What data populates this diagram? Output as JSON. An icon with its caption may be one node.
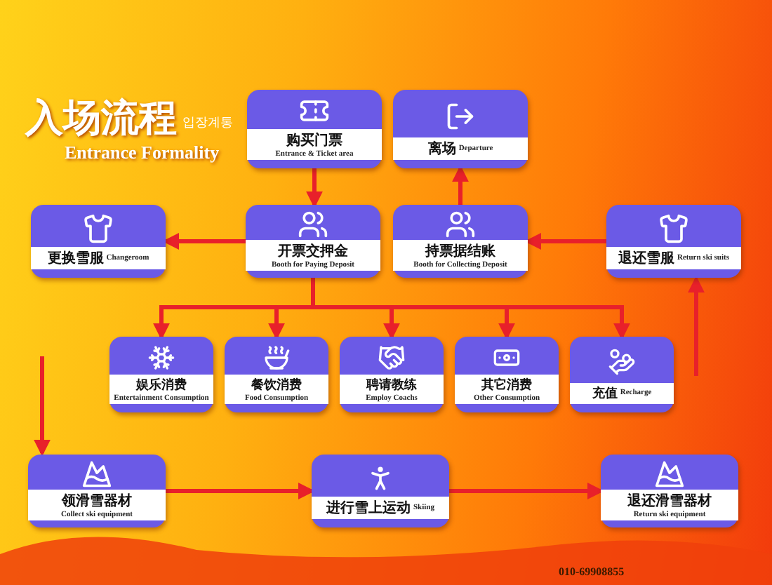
{
  "diagram": {
    "title": "入场流程",
    "nodes": [
      {
        "text": [
          "购买门票",
          "Entrance & Ticket area"
        ]
      },
      {
        "text": [
          "离场",
          "Departure"
        ]
      },
      {
        "text": [
          "更换雪服",
          "Changeroom"
        ]
      },
      {
        "text": [
          "开票交押金",
          "Booth for Paying Deposit"
        ]
      },
      {
        "text": [
          "持票据结账",
          "Booth for Collecting Deposit"
        ]
      },
      {
        "text": [
          "退还雪服",
          "Return ski suits"
        ]
      },
      {
        "text": [
          "娱乐消费",
          "Entertainment Consumption"
        ]
      },
      {
        "text": [
          "餐饮消费",
          "Food Consumption"
        ]
      },
      {
        "text": [
          "聘请教练",
          "Employ Coachs"
        ]
      },
      {
        "text": [
          "其它消费",
          "Other Consumption"
        ]
      },
      {
        "text": [
          "充值",
          "Recharge"
        ]
      },
      {
        "text": [
          "领滑雪器材",
          "Collect ski equipment"
        ]
      },
      {
        "text": [
          "进行雪上运动",
          "Skiing"
        ]
      },
      {
        "text": [
          "退还滑雪器材",
          "Return ski equipment"
        ]
      }
    ],
    "edges": [
      {
        "from": 0,
        "to": 3,
        "arrow": "to"
      },
      {
        "from": 3,
        "to": 2,
        "arrow": "to"
      },
      {
        "from": 4,
        "to": 1,
        "arrow": "to"
      },
      {
        "from": 5,
        "to": 4,
        "arrow": "to"
      },
      {
        "from": 3,
        "to": 6,
        "arrow": "to"
      },
      {
        "from": 3,
        "to": 7,
        "arrow": "to"
      },
      {
        "from": 3,
        "to": 8,
        "arrow": "to"
      },
      {
        "from": 3,
        "to": 9,
        "arrow": "to"
      },
      {
        "from": 3,
        "to": 10,
        "arrow": "to"
      },
      {
        "from": null,
        "to": 11,
        "arrow": "to"
      },
      {
        "from": 11,
        "to": 12,
        "arrow": "to"
      },
      {
        "from": 12,
        "to": 13,
        "arrow": "to"
      },
      {
        "from": null,
        "to": 5,
        "arrow": "to"
      }
    ],
    "labels": [
      "입장계통",
      "Entrance Formality",
      "010-69908855"
    ]
  }
}
